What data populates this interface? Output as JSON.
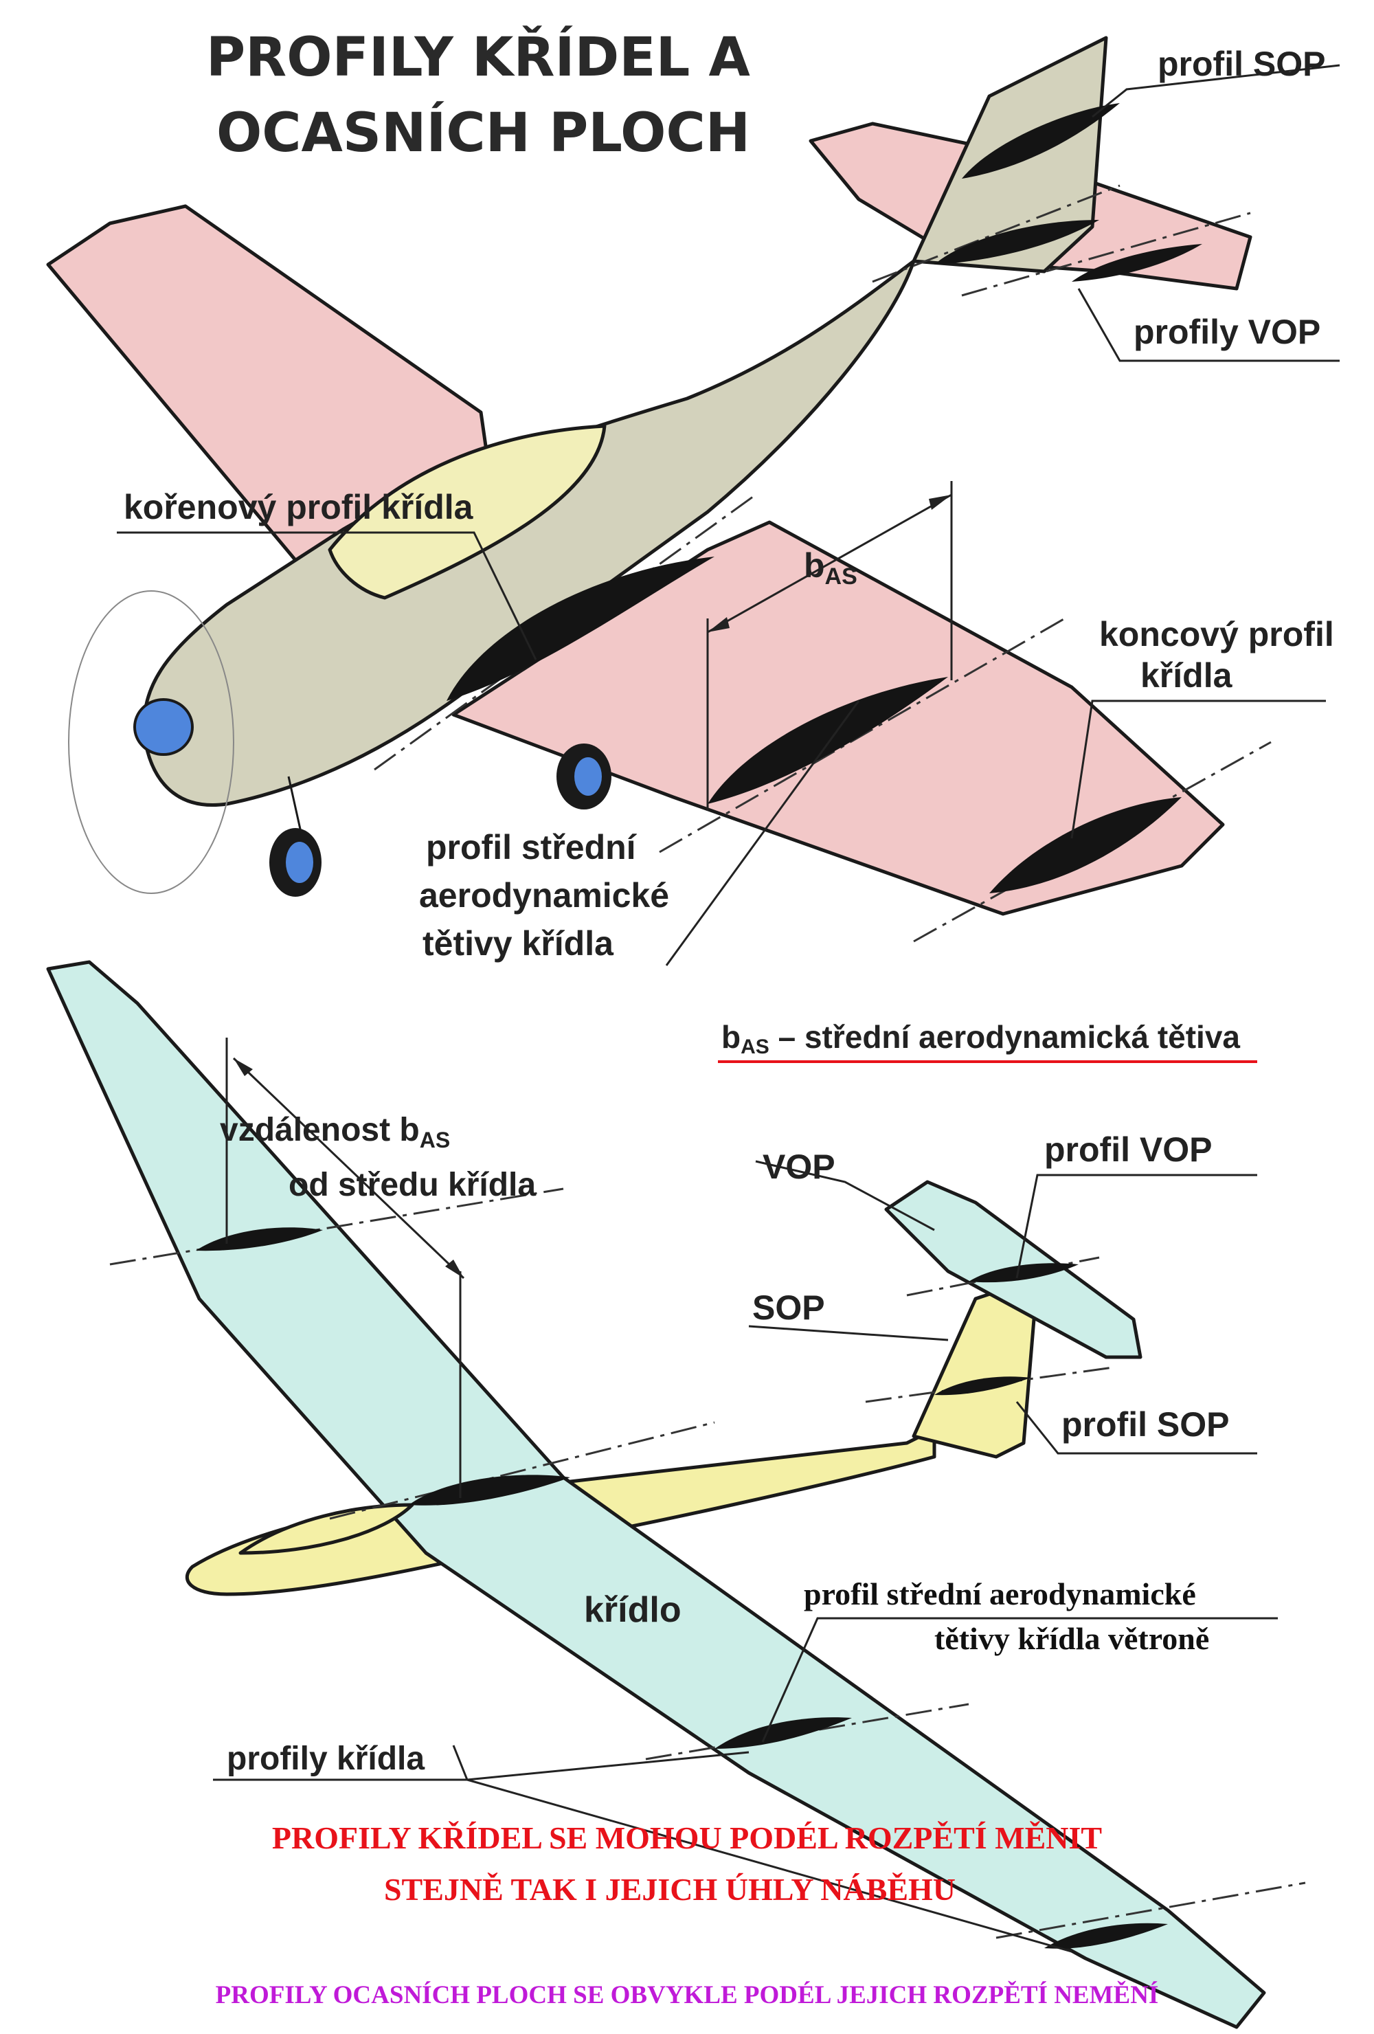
{
  "title": {
    "line1": "PROFILY KŘÍDEL A",
    "line2": "OCASNÍCH PLOCH"
  },
  "airplane": {
    "labels": {
      "profil_sop": "profil  SOP",
      "profily_vop": "profily  VOP",
      "korenovy": "kořenový profil křídla",
      "bas_main": "b",
      "bas_sub": "AS",
      "koncovy_line1": "koncový profil",
      "koncovy_line2": "křídla",
      "sat_line1": "profil střední",
      "sat_line2": "aerodynamické",
      "sat_line3": "tětivy křídla"
    }
  },
  "legend": {
    "b": "b",
    "sub": "AS",
    "text": " – střední aerodynamická tětiva"
  },
  "glider": {
    "labels": {
      "vzdalenost_pre": "vzdálenost b",
      "vzdalenost_sub": "AS",
      "vzdalenost_line2": "od středu křídla",
      "vop": "VOP",
      "profil_vop": "profil  VOP",
      "sop": "SOP",
      "profil_sop": "profil  SOP",
      "kridlo": "křídlo",
      "sat_line1": "profil  střední aerodynamické",
      "sat_line2": "tětivy  křídla  větroně",
      "profily_kridla": "profily  křídla"
    }
  },
  "notes": {
    "red_line1": "PROFILY  KŘÍDEL  SE  MOHOU  PODÉL  ROZPĚTÍ  MĚNIT",
    "red_line2": "STEJNĚ  TAK  I  JEJICH  ÚHLY  NÁBĚHU",
    "purple": "PROFILY  OCASNÍCH  PLOCH  SE  OBVYKLE  PODÉL  JEJICH  ROZPĚTÍ  NEMĚNÍ"
  },
  "colors": {
    "wing_pink": "#f2c8c8",
    "fuselage_khaki": "#d3d2bc",
    "canopy_yellow": "#f2efb9",
    "glider_cyan": "#cdeee8",
    "glider_yellow": "#f4f0a6",
    "spinner_blue": "#4f86dc",
    "profile_black": "#141414",
    "note_red": "#e8121a",
    "note_purple": "#c01ad8",
    "legend_underline": "#e8121a"
  }
}
